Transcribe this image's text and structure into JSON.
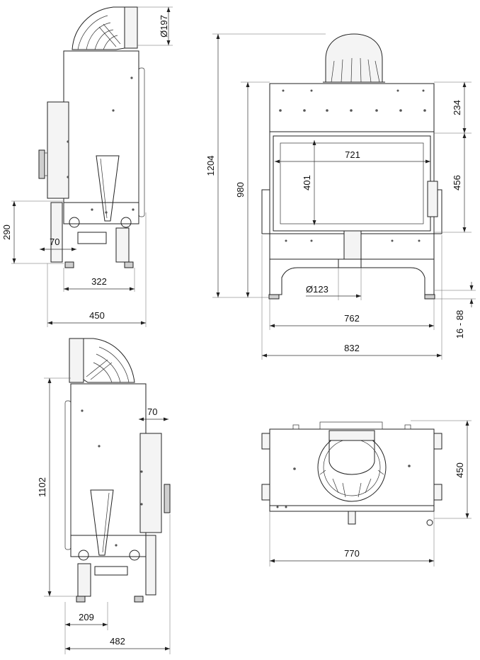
{
  "dimensions": {
    "side_left": {
      "flue_diameter": "Ø197",
      "flue_offset": "70",
      "height_290": "290",
      "depth_322": "322",
      "depth_450": "450"
    },
    "front": {
      "height_1204": "1204",
      "height_980": "980",
      "width_721": "721",
      "height_401": "401",
      "top_234": "234",
      "side_456": "456",
      "inlet_diameter": "Ø123",
      "width_762": "762",
      "width_832": "832",
      "legs": "16 - 88"
    },
    "side_right": {
      "height_1102": "1102",
      "offset_70": "70",
      "depth_209": "209",
      "depth_482": "482"
    },
    "top_view": {
      "depth_450": "450",
      "width_770": "770"
    }
  }
}
